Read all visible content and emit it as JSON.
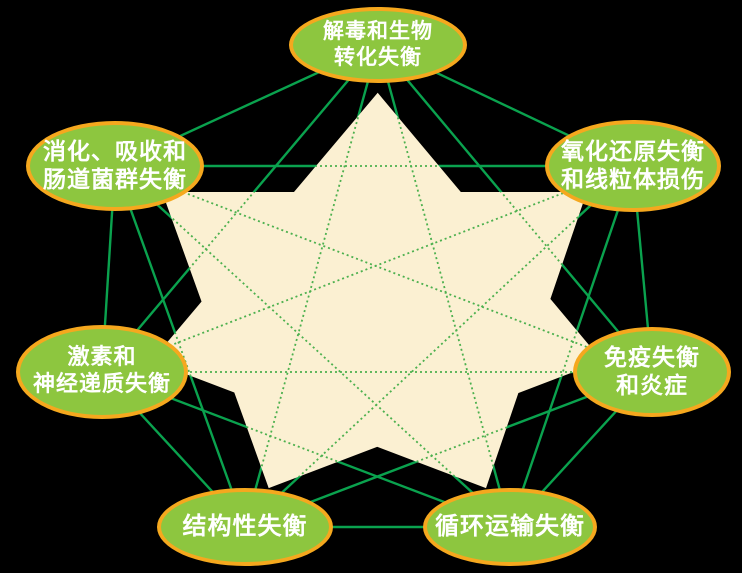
{
  "diagram": {
    "title": "functional-imbalances-network",
    "colors": {
      "background": "#000000",
      "node_fill": "#8DC63F",
      "node_border": "#F5A81E",
      "node_text": "#FFFFFF",
      "star_fill": "#FBF0D2",
      "solid_line": "#0AA24E",
      "dotted_line": "#4CB04E"
    },
    "nodes": [
      {
        "id": "detox",
        "line1": "解毒和生物",
        "line2": "转化失衡"
      },
      {
        "id": "oxidation",
        "line1": "氧化还原失衡",
        "line2": "和线粒体损伤"
      },
      {
        "id": "immune",
        "line1": "免疫失衡",
        "line2": "和炎症"
      },
      {
        "id": "circulation",
        "line1": "循环运输失衡",
        "line2": ""
      },
      {
        "id": "structural",
        "line1": "结构性失衡",
        "line2": ""
      },
      {
        "id": "hormone",
        "line1": "激素和",
        "line2": "神经递质失衡"
      },
      {
        "id": "digestion",
        "line1": "消化、吸收和",
        "line2": "肠道菌群失衡"
      }
    ],
    "solid_edges": [
      [
        "detox",
        "oxidation"
      ],
      [
        "oxidation",
        "immune"
      ],
      [
        "immune",
        "circulation"
      ],
      [
        "circulation",
        "structural"
      ],
      [
        "structural",
        "hormone"
      ],
      [
        "hormone",
        "digestion"
      ],
      [
        "digestion",
        "detox"
      ],
      [
        "detox",
        "immune"
      ],
      [
        "oxidation",
        "circulation"
      ],
      [
        "immune",
        "structural"
      ],
      [
        "circulation",
        "hormone"
      ],
      [
        "structural",
        "digestion"
      ],
      [
        "hormone",
        "detox"
      ],
      [
        "digestion",
        "oxidation"
      ],
      [
        "detox",
        "circulation"
      ],
      [
        "detox",
        "structural"
      ],
      [
        "oxidation",
        "structural"
      ],
      [
        "oxidation",
        "hormone"
      ],
      [
        "immune",
        "hormone"
      ],
      [
        "immune",
        "digestion"
      ],
      [
        "circulation",
        "digestion"
      ]
    ],
    "dotted_edges": [
      [
        "detox",
        "immune"
      ],
      [
        "oxidation",
        "circulation"
      ],
      [
        "immune",
        "structural"
      ],
      [
        "circulation",
        "hormone"
      ],
      [
        "structural",
        "digestion"
      ],
      [
        "hormone",
        "detox"
      ],
      [
        "digestion",
        "oxidation"
      ],
      [
        "detox",
        "circulation"
      ],
      [
        "detox",
        "structural"
      ],
      [
        "oxidation",
        "structural"
      ],
      [
        "oxidation",
        "hormone"
      ],
      [
        "immune",
        "hormone"
      ],
      [
        "immune",
        "digestion"
      ],
      [
        "circulation",
        "digestion"
      ]
    ],
    "star_vertex_order": [
      "detox",
      "immune",
      "structural",
      "digestion",
      "oxidation",
      "circulation",
      "hormone"
    ]
  }
}
